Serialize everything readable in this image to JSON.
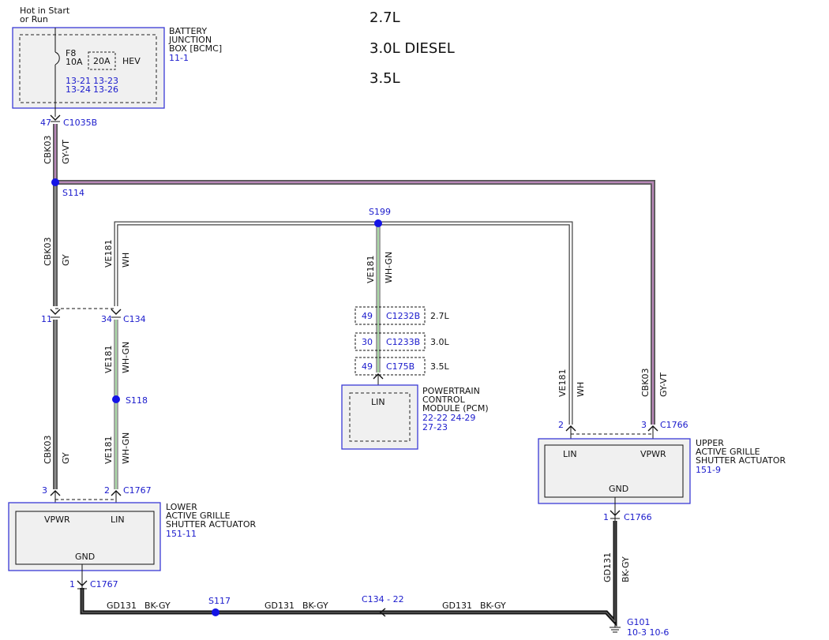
{
  "colors": {
    "ref_blue": "#1a1acc",
    "box_fill": "#f0f0f0",
    "wire_gray": "#707070",
    "wire_violet": "#b887b8",
    "wire_green": "#52b04a",
    "wire_black": "#151515",
    "splice_blue": "#1414e6"
  },
  "engine_labels": [
    "2.7L",
    "3.0L DIESEL",
    "3.5L"
  ],
  "power_source": {
    "line1": "Hot in Start",
    "line2": "or Run"
  },
  "bjb": {
    "name_lines": [
      "BATTERY",
      "JUNCTION",
      "BOX [BCMC]"
    ],
    "ref": "11-1",
    "fuse_name": "F8",
    "fuse_rating": "10A",
    "alt_fuse": "20A",
    "alt_label": "HEV",
    "refs_row1": [
      "13-21",
      "13-23"
    ],
    "refs_row2": [
      "13-24",
      "13-26"
    ]
  },
  "conn_c1035b": {
    "pin": "47",
    "name": "C1035B"
  },
  "wire_labels": {
    "cbk03_gyvt": {
      "circuit": "CBK03",
      "color": "GY-VT"
    },
    "cbk03_gy_upper": {
      "circuit": "CBK03",
      "color": "GY"
    },
    "cbk03_gy_lower": {
      "circuit": "CBK03",
      "color": "GY"
    },
    "ve181_wh_left": {
      "circuit": "VE181",
      "color": "WH"
    },
    "ve181_whgn_pcm": {
      "circuit": "VE181",
      "color": "WH-GN"
    },
    "ve181_whgn_1": {
      "circuit": "VE181",
      "color": "WH-GN"
    },
    "ve181_whgn_2": {
      "circuit": "VE181",
      "color": "WH-GN"
    },
    "ve181_wh_right": {
      "circuit": "VE181",
      "color": "WH"
    },
    "cbk03_gyvt_right": {
      "circuit": "CBK03",
      "color": "GY-VT"
    },
    "gd131_right_vert": {
      "circuit": "GD131",
      "color": "BK-GY"
    },
    "gd131_bottom_1": {
      "circuit": "GD131",
      "color": "BK-GY"
    },
    "gd131_bottom_2": {
      "circuit": "GD131",
      "color": "BK-GY"
    },
    "gd131_bottom_3": {
      "circuit": "GD131",
      "color": "BK-GY"
    }
  },
  "splices": {
    "s114": "S114",
    "s199": "S199",
    "s118": "S118",
    "s117": "S117"
  },
  "c134": {
    "pin_left": "11",
    "pin_right": "34",
    "name": "C134"
  },
  "pcm_connectors": [
    {
      "pin": "49",
      "name": "C1232B",
      "engine": "2.7L"
    },
    {
      "pin": "30",
      "name": "C1233B",
      "engine": "3.0L"
    },
    {
      "pin": "49",
      "name": "C175B",
      "engine": "3.5L"
    }
  ],
  "pcm": {
    "pin_label": "LIN",
    "name_lines": [
      "POWERTRAIN",
      "CONTROL",
      "MODULE (PCM)"
    ],
    "refs_line1": "22-22 24-29",
    "refs_line2": "27-23"
  },
  "lower_actuator": {
    "conn_pin_left": "3",
    "conn_pin_right": "2",
    "conn_name": "C1767",
    "pin_vpwr": "VPWR",
    "pin_lin": "LIN",
    "pin_gnd": "GND",
    "name_lines": [
      "LOWER",
      "ACTIVE GRILLE",
      "SHUTTER ACTUATOR"
    ],
    "ref": "151-11",
    "gnd_pin": "1",
    "gnd_conn": "C1767"
  },
  "upper_actuator": {
    "conn_pin_left": "2",
    "conn_pin_right": "3",
    "conn_name": "C1766",
    "pin_lin": "LIN",
    "pin_vpwr": "VPWR",
    "pin_gnd": "GND",
    "name_lines": [
      "UPPER",
      "ACTIVE GRILLE",
      "SHUTTER ACTUATOR"
    ],
    "ref": "151-9",
    "gnd_pin": "1",
    "gnd_conn": "C1766"
  },
  "inline_c134_22": "C134 - 22",
  "ground": {
    "name": "G101",
    "refs": "10-3  10-6"
  }
}
